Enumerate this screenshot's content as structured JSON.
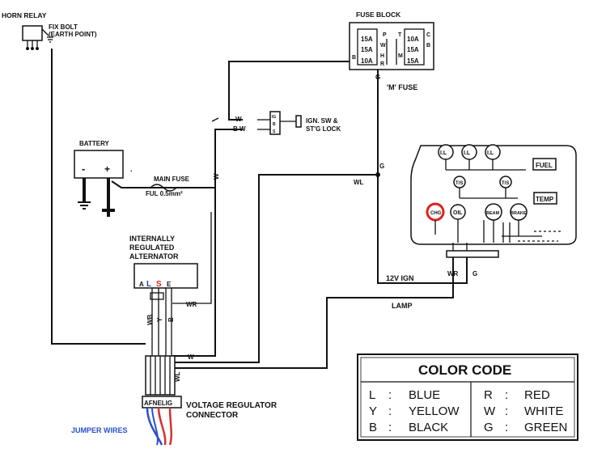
{
  "labels": {
    "horn_relay": "HORN RELAY",
    "fix_bolt": "FIX BOLT",
    "earth_point": "(EARTH POINT)",
    "fuse_block": "FUSE BLOCK",
    "m_fuse": "'M' FUSE",
    "ign_sw_1": "IGN. SW &",
    "ign_sw_2": "ST'G LOCK",
    "battery": "BATTERY",
    "battery_minus": "-",
    "battery_plus": "+",
    "main_fuse": "MAIN FUSE",
    "ful": "FUL 0.5mm²",
    "alt_1": "INTERNALLY",
    "alt_2": "REGULATED",
    "alt_3": "ALTERNATOR",
    "twelve_v_ign": "12V IGN",
    "lamp": "LAMP",
    "vr_1": "VOLTAGE REGULATOR",
    "vr_2": "CONNECTOR",
    "jumper_wires": "JUMPER WIRES",
    "vr_pins": "AFNELIG"
  },
  "fuse_block": {
    "left": [
      "15A",
      "15A",
      "10A"
    ],
    "right": [
      "10A",
      "15A",
      "15A"
    ],
    "letters": {
      "p": "P",
      "t": "T",
      "c": "C",
      "w": "W",
      "b": "B",
      "h": "H",
      "m": "M",
      "r": "R",
      "g": "G"
    }
  },
  "ign_switch": {
    "wires": [
      "W",
      "B W"
    ],
    "pins": [
      "IG",
      "B",
      "S"
    ]
  },
  "alternator": {
    "terminals": {
      "a": "A",
      "l": "L",
      "s": "S",
      "e": "E"
    },
    "wires": [
      "WB",
      "Y",
      "B"
    ]
  },
  "wires": {
    "w1": "W",
    "w2": "W",
    "wr1": "WR",
    "wl1": "WL",
    "g1": "G",
    "g2": "G",
    "wr2": "WR",
    "g3": "G",
    "wr3": "WR",
    "wl2": "WL"
  },
  "dash": {
    "top_lamps": [
      "I.L",
      "I.L",
      "I.L"
    ],
    "ts": [
      "T/S",
      "T/S"
    ],
    "chg": "CHG",
    "oil": "OIL",
    "beam": "BEAM",
    "brake": "BRAKE",
    "fuel": "FUEL",
    "temp": "TEMP"
  },
  "color_code": {
    "title": "COLOR CODE",
    "rows": [
      {
        "l1": "L",
        "c1": "BLUE",
        "l2": "R",
        "c2": "RED"
      },
      {
        "l1": "Y",
        "c1": "YELLOW",
        "l2": "W",
        "c2": "WHITE"
      },
      {
        "l1": "B",
        "c1": "BLACK",
        "l2": "G",
        "c2": "GREEN"
      }
    ],
    "sep": ":"
  },
  "colors": {
    "ink": "#111111",
    "highlight_red": "#e02020",
    "terminal_l_blue": "#1f3fbf",
    "terminal_s_red": "#d42020",
    "jumper_blue": "#2a4fd0",
    "jumper_red": "#d83030"
  }
}
